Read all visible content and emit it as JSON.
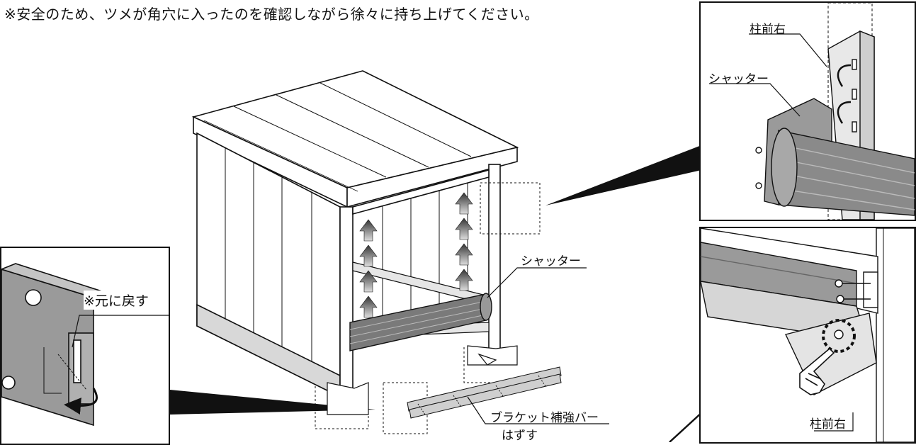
{
  "note": "※安全のため、ツメが角穴に入ったのを確認しながら徐々に持ち上げてください。",
  "labels": {
    "shutter_main": "シャッター",
    "bracket_bar": "ブラケット補強バー",
    "remove": "はずす",
    "restore": "※元に戻す",
    "pillar_front_right_top": "柱前右",
    "shutter_detail": "シャッター",
    "pillar_front_right_bottom": "柱前右"
  },
  "colors": {
    "line": "#111111",
    "shade": "#9a9a9a",
    "roller": "#7a7a7a",
    "arrow_top": "#333333",
    "arrow_bottom": "#dddddd"
  },
  "icons": [
    "up-arrow-icon",
    "pointing-hand-icon",
    "dashed-circle-icon",
    "curved-arrow-icon"
  ]
}
